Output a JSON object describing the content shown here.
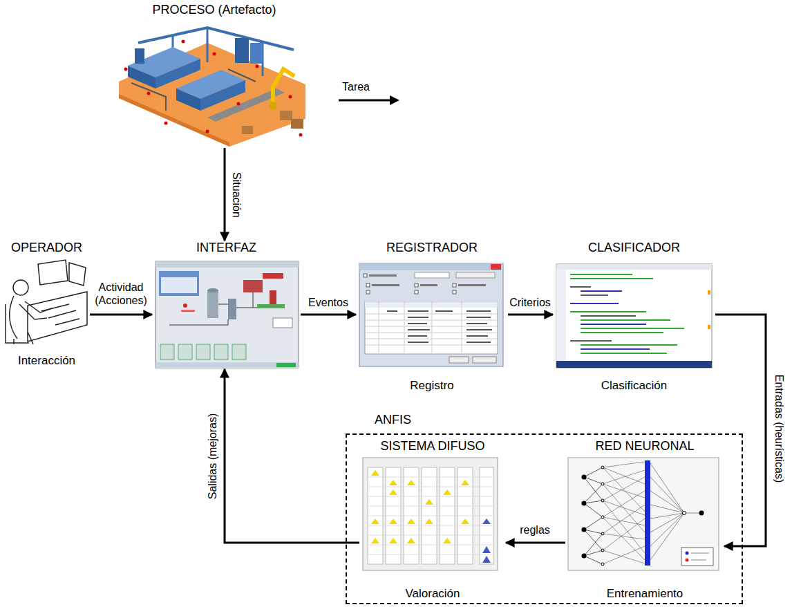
{
  "diagram": {
    "nodes": [
      {
        "text": [
          "PROCESO (Artefacto)"
        ]
      },
      {
        "text": [
          "OPERADOR",
          "Interacción"
        ]
      },
      {
        "text": [
          "INTERFAZ"
        ]
      },
      {
        "text": [
          "REGISTRADOR",
          "Registro"
        ]
      },
      {
        "text": [
          "CLASIFICADOR",
          "Clasificación"
        ]
      },
      {
        "text": [
          "ANFIS"
        ]
      },
      {
        "text": [
          "SISTEMA DIFUSO",
          "Valoración"
        ],
        "in": 5
      },
      {
        "text": [
          "RED NEURONAL",
          "Entrenamiento"
        ],
        "in": 5
      }
    ],
    "edges": [
      {
        "from": 0,
        "to": 2,
        "label": "Situación",
        "arrow": "to"
      },
      {
        "from": 1,
        "to": 2,
        "label": "Actividad (Acciones)",
        "arrow": "to"
      },
      {
        "from": 2,
        "to": 3,
        "label": "Eventos",
        "arrow": "to"
      },
      {
        "from": 3,
        "to": 4,
        "label": "Criterios",
        "arrow": "to"
      },
      {
        "from": 4,
        "to": 7,
        "label": "Entradas (heurísticas)",
        "arrow": "to"
      },
      {
        "from": 7,
        "to": 6,
        "label": "reglas",
        "arrow": "to"
      },
      {
        "from": 6,
        "to": 2,
        "label": "Salidas (mejoras)",
        "arrow": "to"
      }
    ],
    "labels": [
      "Tarea"
    ]
  }
}
